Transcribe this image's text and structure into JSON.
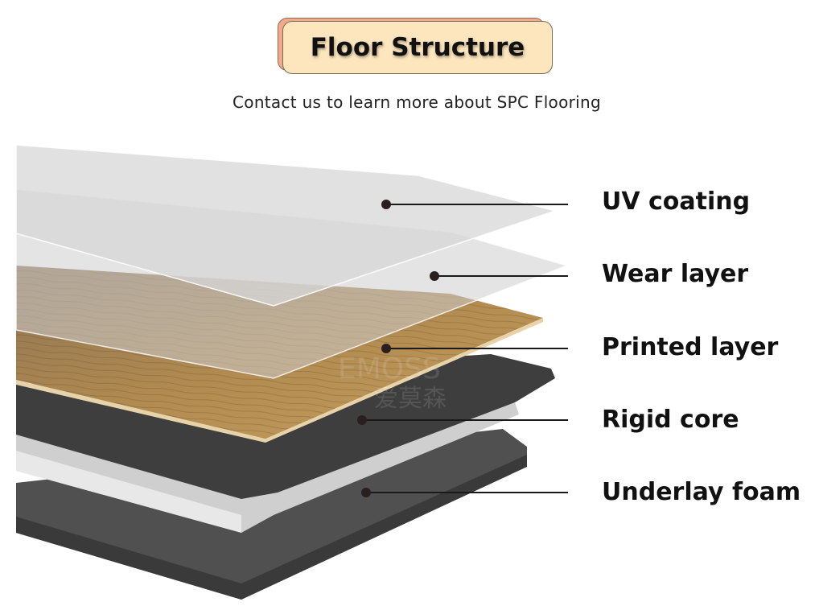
{
  "header": {
    "title": "Floor Structure",
    "subtitle": "Contact us to learn more about SPC Flooring"
  },
  "layers": [
    {
      "label": "UV coating",
      "color": "#d8d8d8"
    },
    {
      "label": "Wear layer",
      "color": "#c9c9c9"
    },
    {
      "label": "Printed layer",
      "color": "#a8854e"
    },
    {
      "label": "Rigid core",
      "color": "#3d3d3d"
    },
    {
      "label": "Underlay foam",
      "color": "#4a4a4a"
    }
  ],
  "watermark": "爱莫森"
}
